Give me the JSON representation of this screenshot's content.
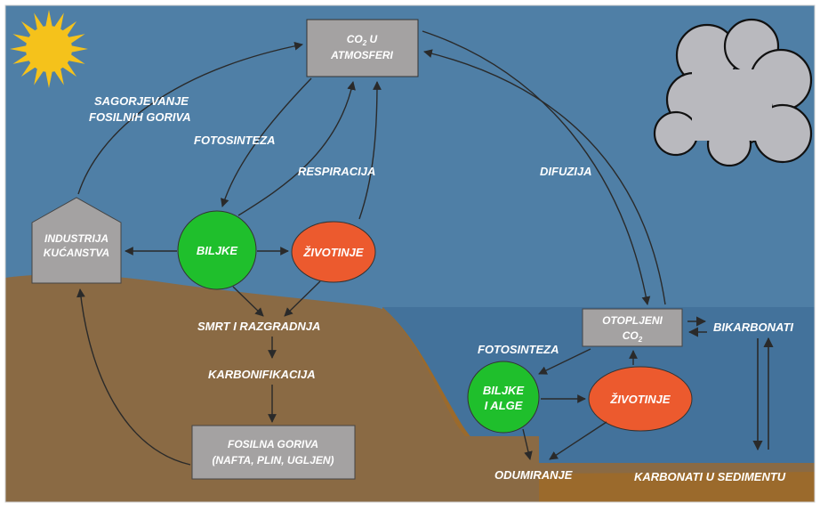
{
  "colors": {
    "sky": "#4f7fa6",
    "ground": "#8a6a44",
    "sea": "#43729b",
    "box": "#a4a2a2",
    "plants": "#1fbf2c",
    "animals": "#ec5a2e",
    "sediment": "#9b6a2c",
    "sun": "#f5c21b",
    "cloud": "#b9b9be"
  },
  "icons": [
    "sun-icon",
    "cloud-icon"
  ],
  "nodes": {
    "atmosphere_line1": "CO",
    "atmosphere_sub": "2",
    "atmosphere_line1_suffix": " U",
    "atmosphere_line2": "ATMOSFERI",
    "industry_line1": "INDUSTRIJA",
    "industry_line2": "KUĆANSTVA",
    "plants_land": "BILJKE",
    "animals_land": "ŽIVOTINJE",
    "fossil_line1": "FOSILNA GORIVA",
    "fossil_line2": "(NAFTA, PLIN, UGLJEN)",
    "dissolved_line1": "OTOPLJENI",
    "dissolved_line2": "CO",
    "dissolved_sub": "2",
    "plants_sea_line1": "BILJKE",
    "plants_sea_line2": "I ALGE",
    "animals_sea": "ŽIVOTINJE"
  },
  "labels": {
    "combustion_line1": "SAGORJEVANJE",
    "combustion_line2": "FOSILNIH GORIVA",
    "photosynthesis_land": "FOTOSINTEZA",
    "respiration": "RESPIRACIJA",
    "diffusion": "DIFUZIJA",
    "death_decomposition": "SMRT I RAZGRADNJA",
    "carbonification": "KARBONIFIKACIJA",
    "photosynthesis_sea": "FOTOSINTEZA",
    "bicarbonates": "BIKARBONATI",
    "dying": "ODUMIRANJE",
    "sediment_carbonates": "KARBONATI U SEDIMENTU"
  }
}
